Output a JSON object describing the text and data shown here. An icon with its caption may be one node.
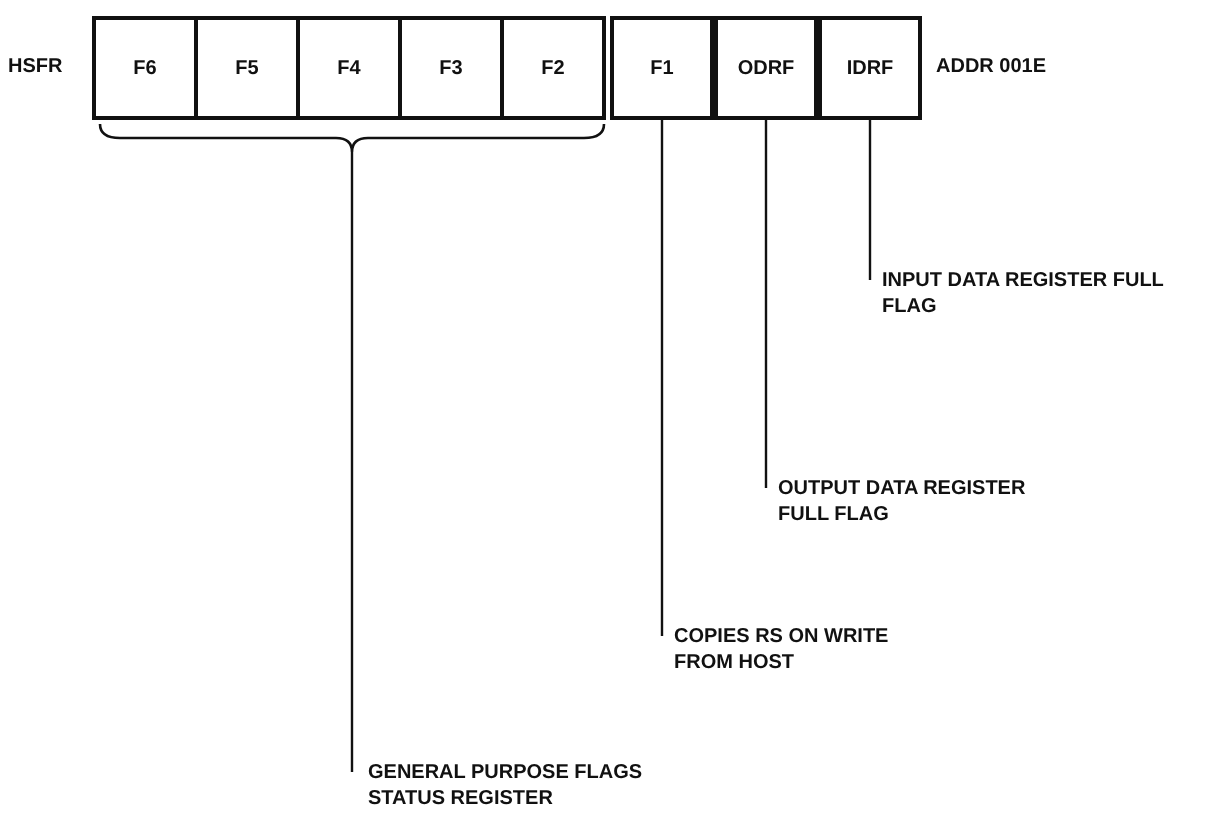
{
  "diagram": {
    "nodes": [
      {
        "text": [
          "F6"
        ]
      },
      {
        "text": [
          "F5"
        ]
      },
      {
        "text": [
          "F4"
        ]
      },
      {
        "text": [
          "F3"
        ]
      },
      {
        "text": [
          "F2"
        ]
      },
      {
        "text": [
          "F1"
        ]
      },
      {
        "text": [
          "ODRF"
        ]
      },
      {
        "text": [
          "IDRF"
        ]
      },
      {
        "text": [],
        "shape": "bracket"
      },
      {
        "text": [
          "GENERAL PURPOSE FLAGS STATUS REGISTER"
        ]
      },
      {
        "text": [
          "COPIES RS ON WRITE FROM HOST"
        ]
      },
      {
        "text": [
          "OUTPUT DATA REGISTER FULL FLAG"
        ]
      },
      {
        "text": [
          "INPUT DATA REGISTER FULL FLAG"
        ]
      }
    ],
    "edges": [
      {
        "from": 9,
        "to": 8,
        "arrow": "none"
      },
      {
        "from": 10,
        "to": 5,
        "arrow": "none"
      },
      {
        "from": 11,
        "to": 6,
        "arrow": "none"
      },
      {
        "from": 12,
        "to": 7,
        "arrow": "none"
      }
    ],
    "labels": [
      "HSFR",
      "ADDR 001E"
    ]
  }
}
